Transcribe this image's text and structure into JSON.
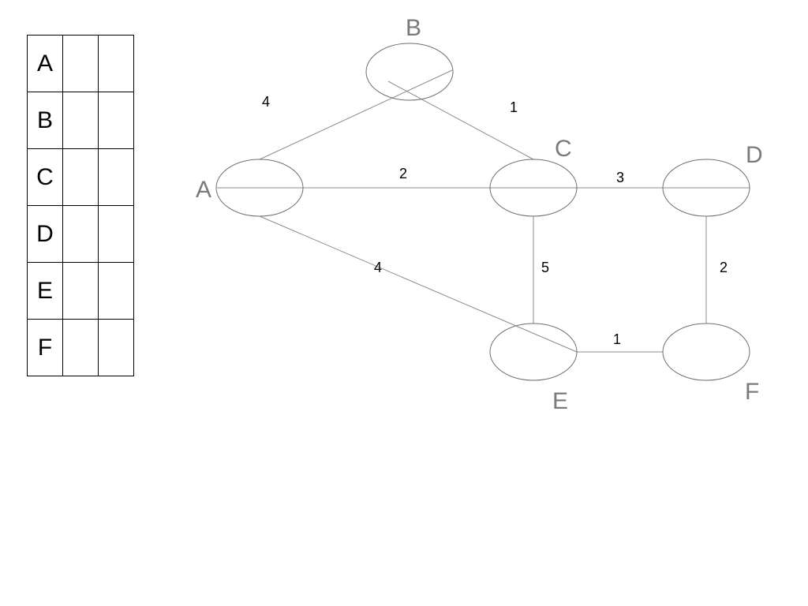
{
  "table": {
    "rows": [
      {
        "label": "A",
        "c1": "",
        "c2": ""
      },
      {
        "label": "B",
        "c1": "",
        "c2": ""
      },
      {
        "label": "C",
        "c1": "",
        "c2": ""
      },
      {
        "label": "D",
        "c1": "",
        "c2": ""
      },
      {
        "label": "E",
        "c1": "",
        "c2": ""
      },
      {
        "label": "F",
        "c1": "",
        "c2": ""
      }
    ]
  },
  "graph": {
    "nodes": [
      {
        "id": "A",
        "label": "A"
      },
      {
        "id": "B",
        "label": "B"
      },
      {
        "id": "C",
        "label": "C"
      },
      {
        "id": "D",
        "label": "D"
      },
      {
        "id": "E",
        "label": "E"
      },
      {
        "id": "F",
        "label": "F"
      }
    ],
    "edges": [
      {
        "from": "A",
        "to": "B",
        "weight": "4"
      },
      {
        "from": "B",
        "to": "C",
        "weight": "1"
      },
      {
        "from": "A",
        "to": "C",
        "weight": "2"
      },
      {
        "from": "C",
        "to": "D",
        "weight": "3"
      },
      {
        "from": "A",
        "to": "E",
        "weight": "4"
      },
      {
        "from": "C",
        "to": "E",
        "weight": "5"
      },
      {
        "from": "D",
        "to": "F",
        "weight": "2"
      },
      {
        "from": "E",
        "to": "F",
        "weight": "1"
      }
    ],
    "colors": {
      "node_stroke": "#6e6e6e",
      "edge_stroke": "#8c8c8c",
      "node_label": "#7a7a7a",
      "weight_label": "#000000"
    }
  }
}
